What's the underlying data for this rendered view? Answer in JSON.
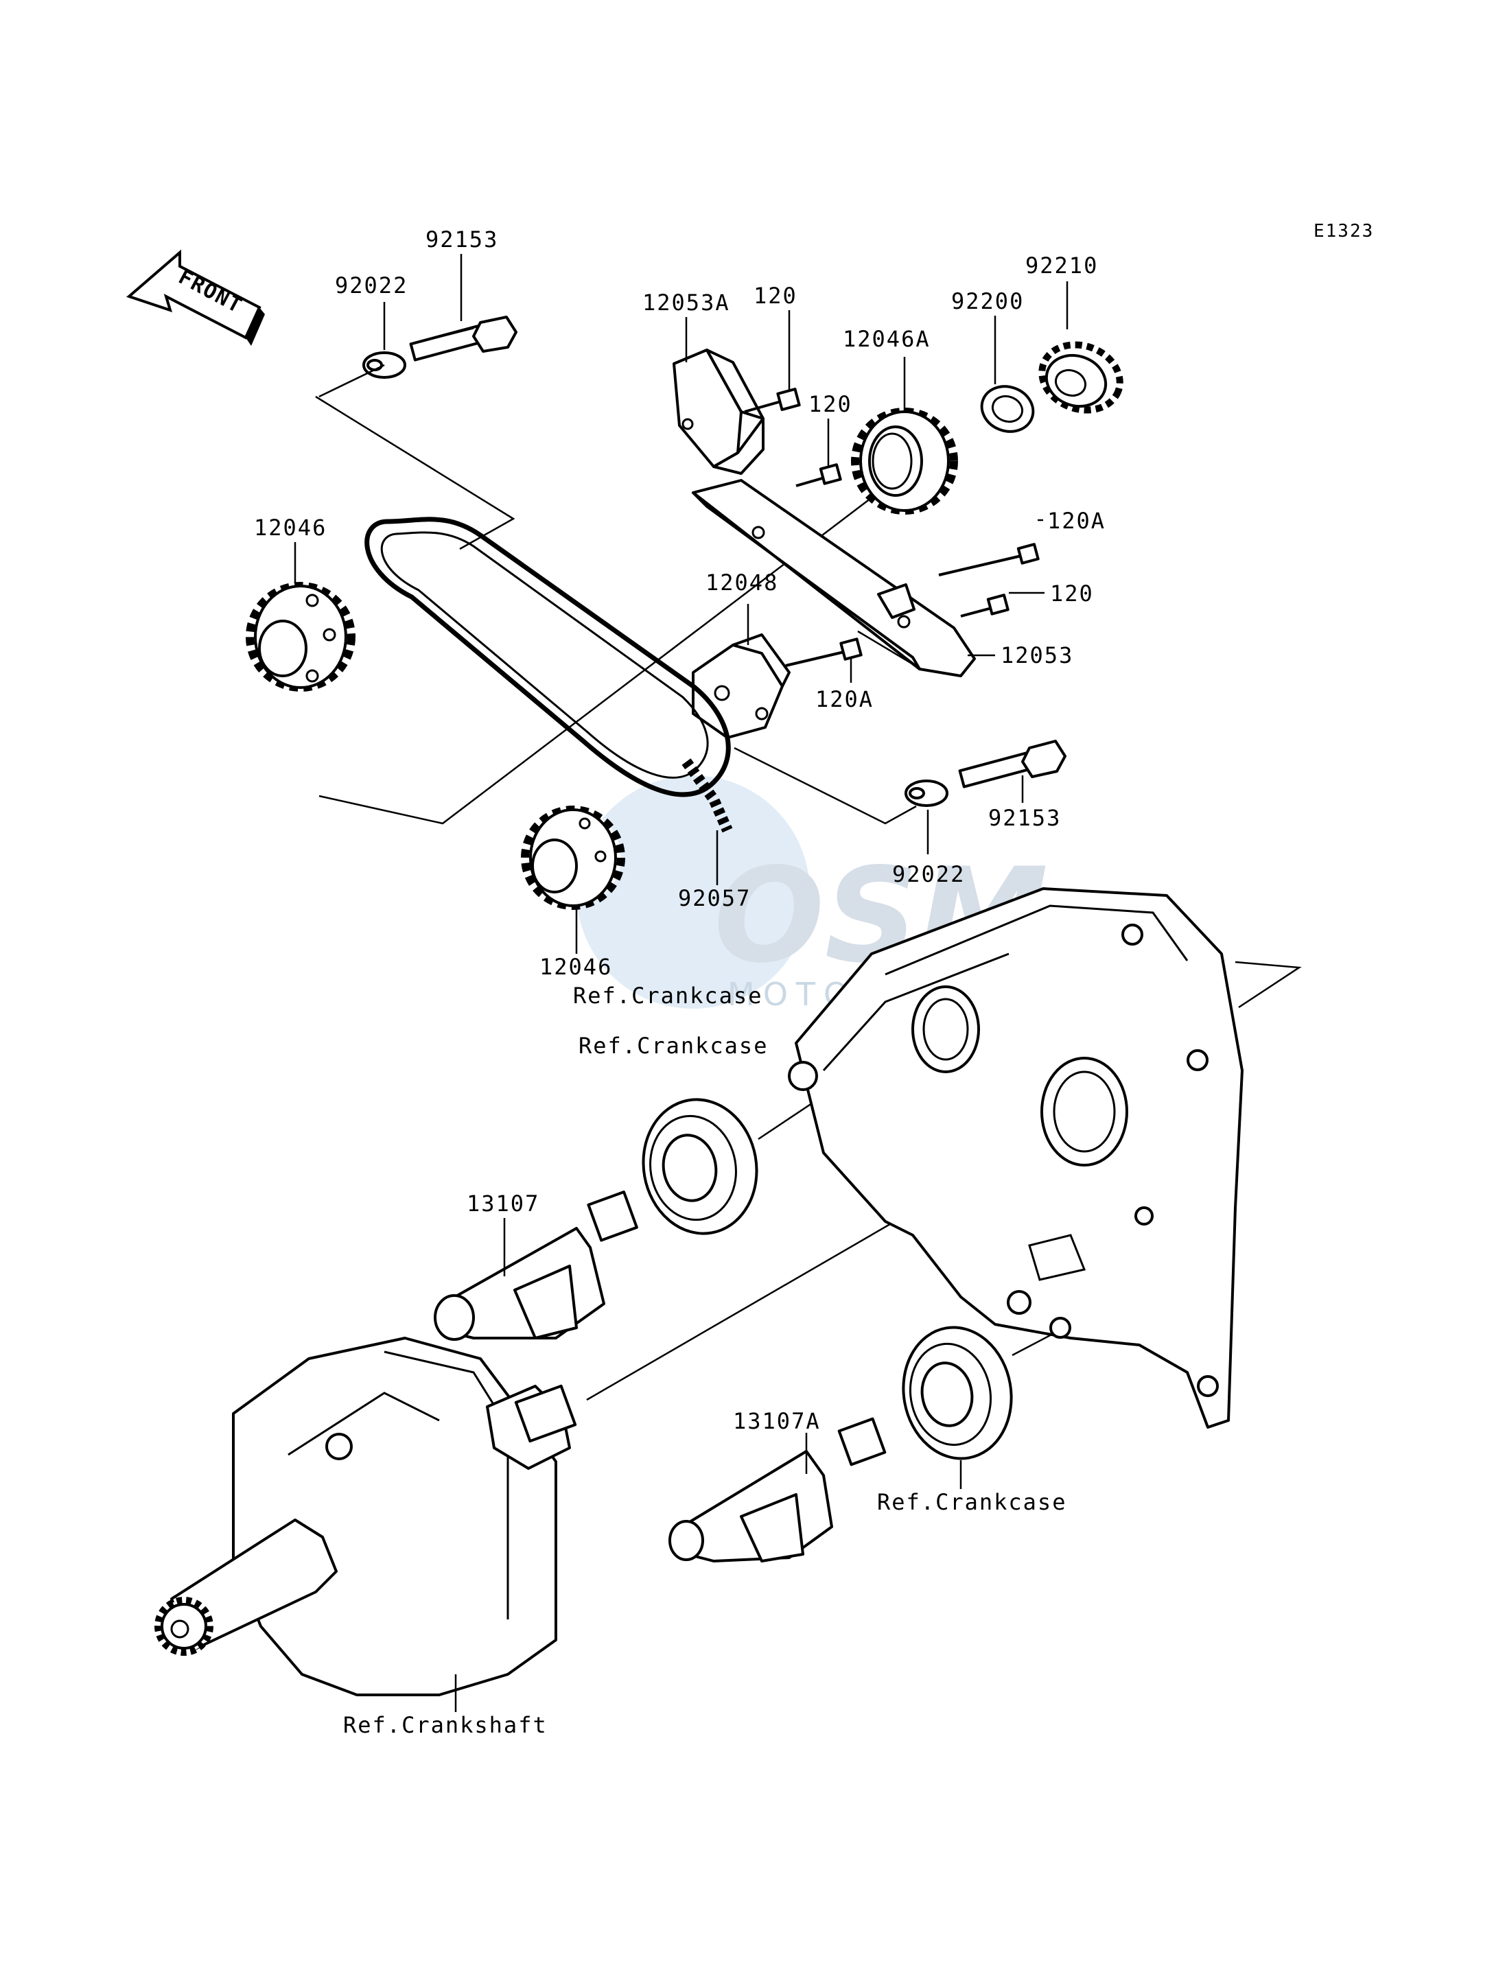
{
  "diagram_code": "E1323",
  "front_badge": "FRONT",
  "watermark": {
    "logo": "OSM",
    "subtitle": "MOTORPARTS"
  },
  "part_labels": {
    "p92153_top": "92153",
    "p92022_top": "92022",
    "p12053A": "12053A",
    "p120_a": "120",
    "p120_b": "120",
    "p12046A": "12046A",
    "p92200": "92200",
    "p92210": "92210",
    "p12046_upper": "12046",
    "p120A_a": "120A",
    "p12048": "12048",
    "p120_c": "120",
    "p12053": "12053",
    "p120A_b": "120A",
    "p92153_mid": "92153",
    "p92022_mid": "92022",
    "p92057": "92057",
    "p12046_lower": "12046",
    "p13107": "13107",
    "p13107A": "13107A"
  },
  "ref_labels": {
    "crankcase_1": "Ref.Crankcase",
    "crankcase_2": "Ref.Crankcase",
    "crankcase_3": "Ref.Crankcase",
    "crankshaft": "Ref.Crankshaft"
  }
}
